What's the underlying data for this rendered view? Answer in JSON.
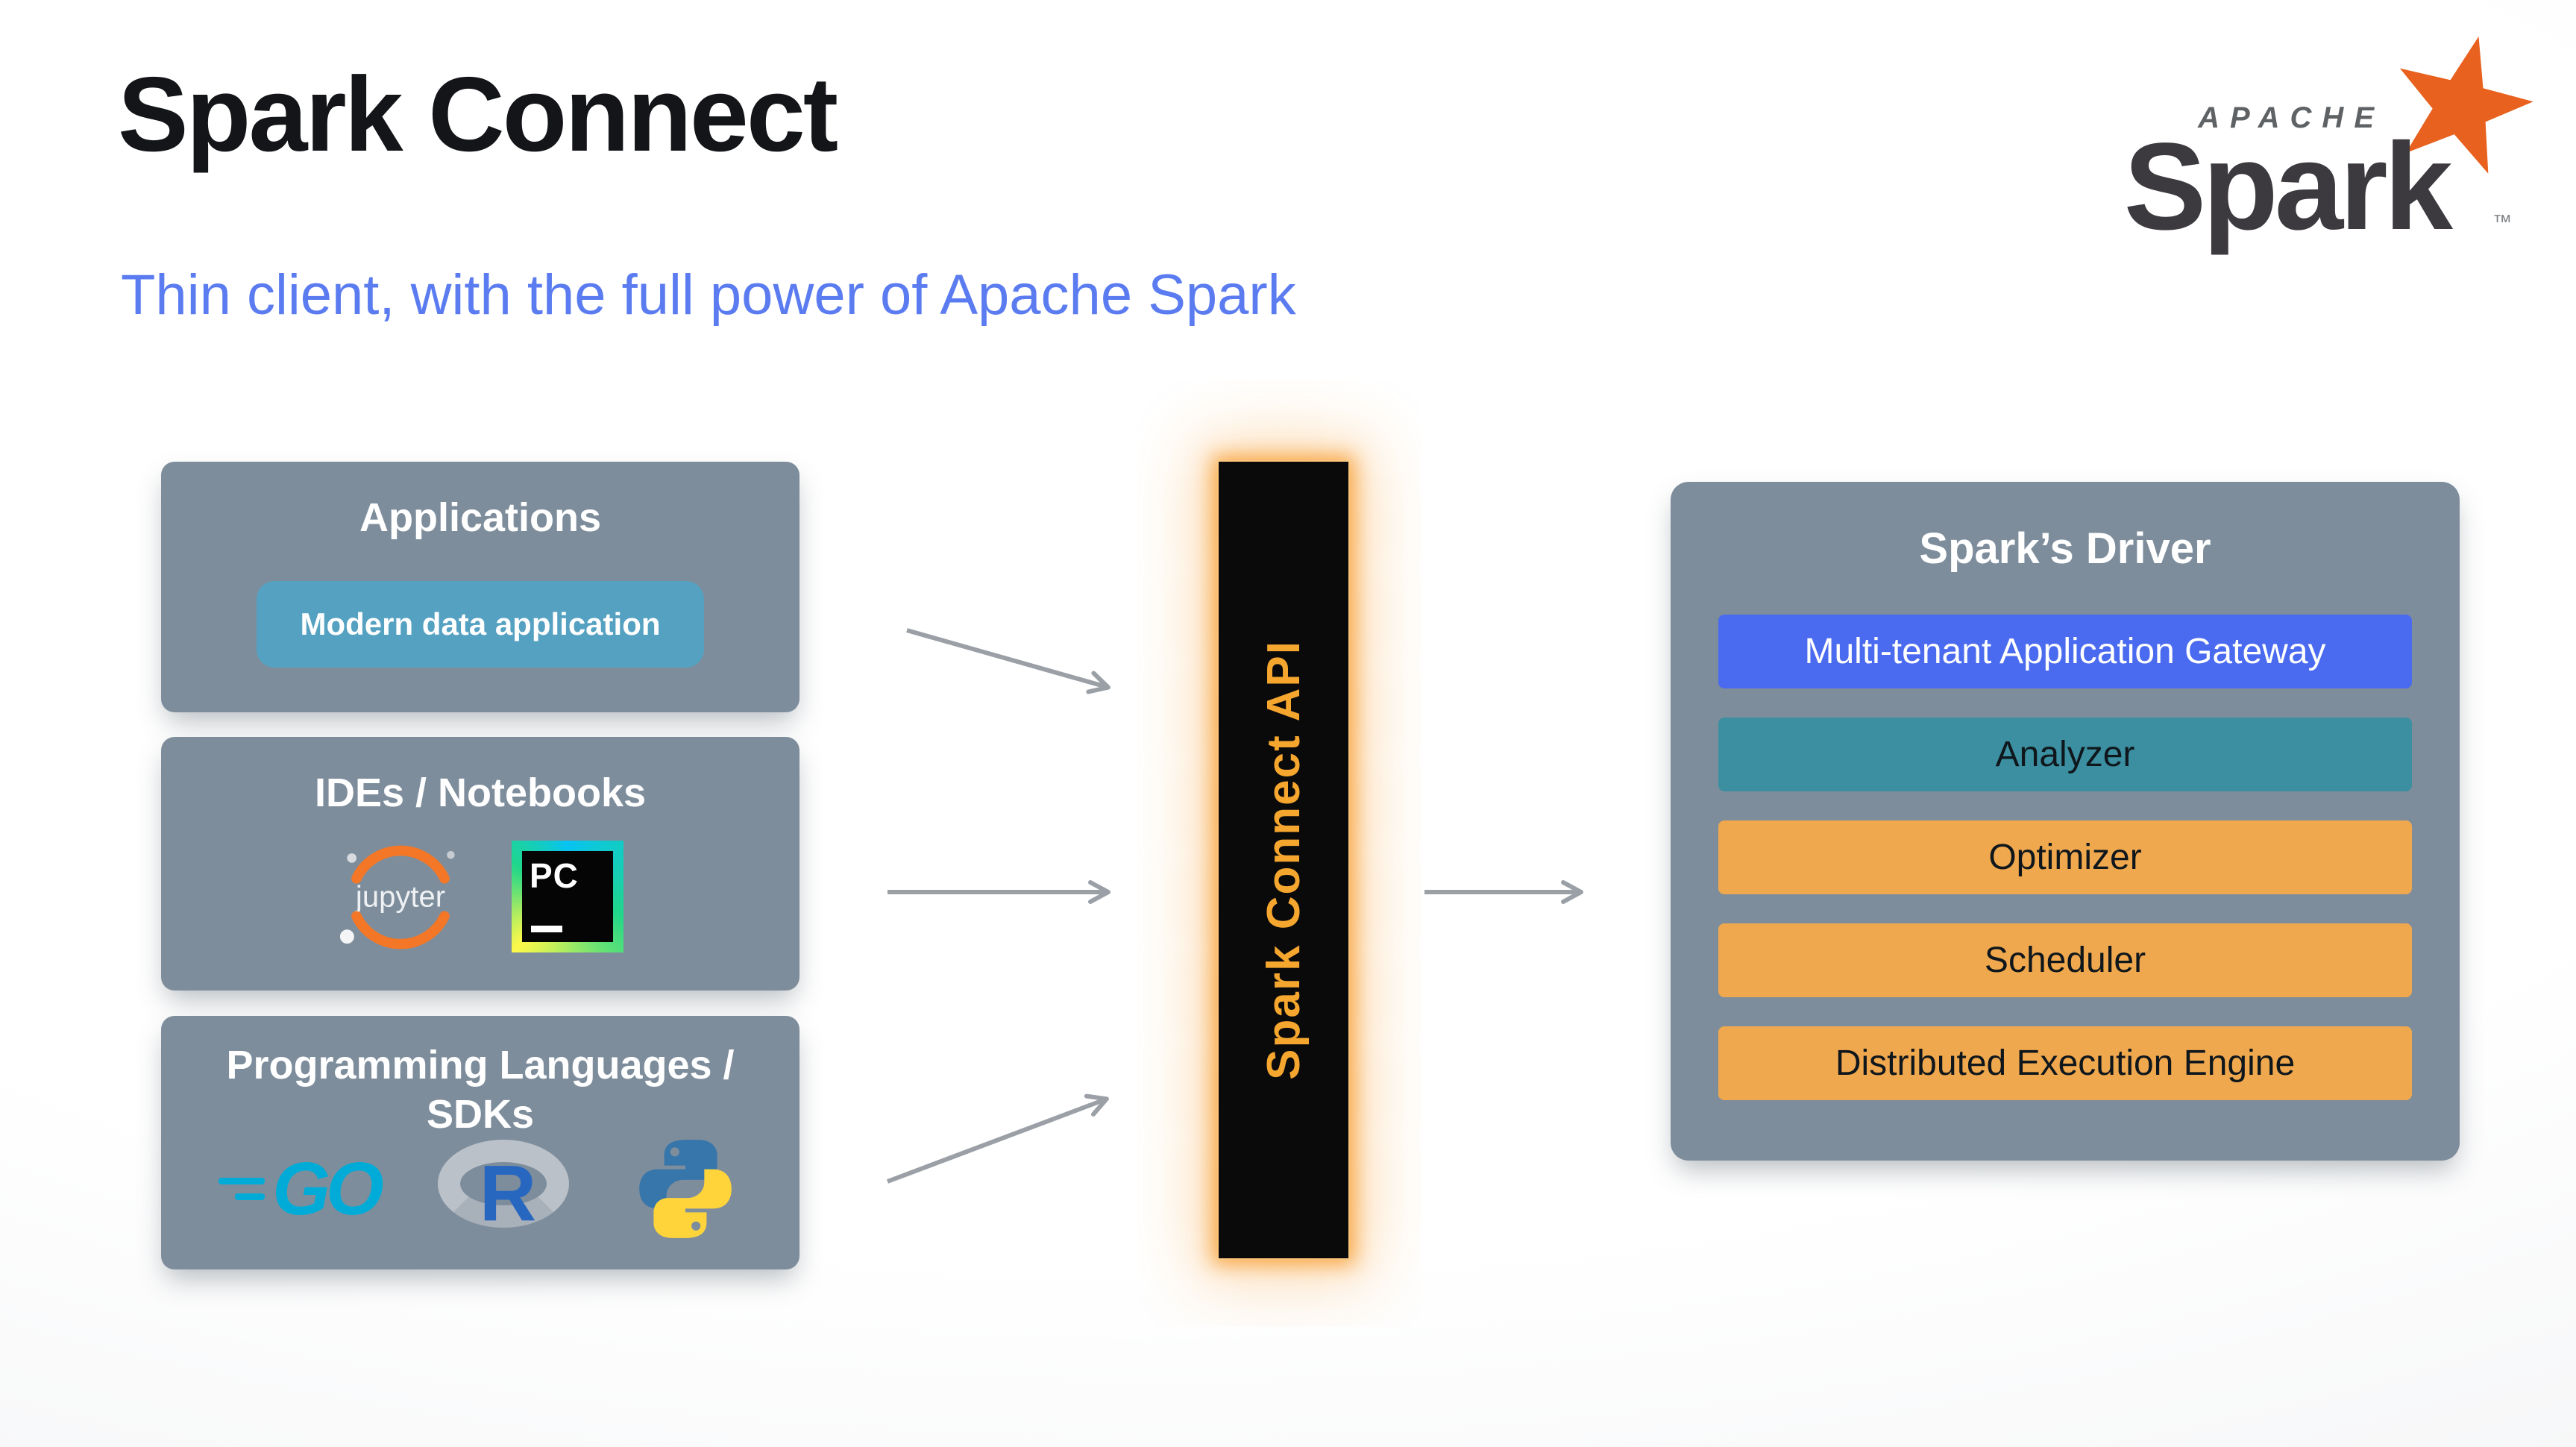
{
  "header": {
    "title": "Spark Connect",
    "subtitle": "Thin client, with the full power of Apache Spark"
  },
  "brand": {
    "apache": "APACHE",
    "name": "Spark",
    "tm": "™"
  },
  "sources": {
    "applications": {
      "title": "Applications",
      "item": "Modern data application"
    },
    "notebooks": {
      "title": "IDEs / Notebooks",
      "jupyter": "jupyter",
      "pycharm": "PC"
    },
    "languages": {
      "title_line1": "Programming Languages /",
      "title_line2": "SDKs",
      "go": "GO",
      "r": "R"
    }
  },
  "connector": {
    "label": "Spark Connect API",
    "text_color": "#f5a62e"
  },
  "driver": {
    "title": "Spark’s Driver",
    "layers": [
      {
        "label": "Multi-tenant Application Gateway",
        "bg": "#4a6af0",
        "fg": "#ffffff"
      },
      {
        "label": "Analyzer",
        "bg": "#3b8fa0",
        "fg": "#0f171c"
      },
      {
        "label": "Optimizer",
        "bg": "#f0a84e",
        "fg": "#0f171c"
      },
      {
        "label": "Scheduler",
        "bg": "#f0a84e",
        "fg": "#0f171c"
      },
      {
        "label": "Distributed Execution Engine",
        "bg": "#f0a84e",
        "fg": "#0f171c"
      }
    ]
  },
  "colors": {
    "panel": "#7e8d9c",
    "pill": "#55a1c1",
    "subtitle": "#5b7cf0",
    "arrow": "#9aa0a6",
    "glow": "#f7941d",
    "star": "#e8611e"
  }
}
